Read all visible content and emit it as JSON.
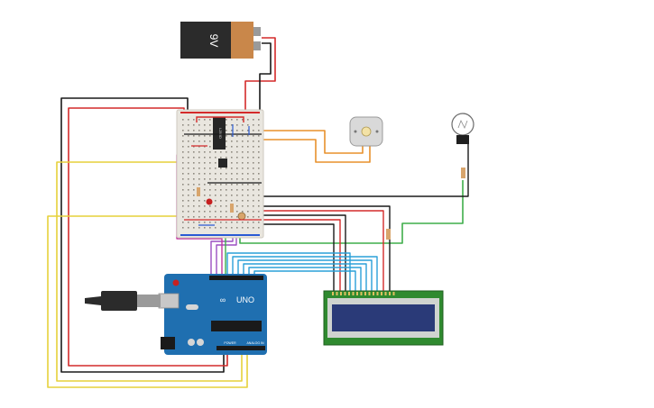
{
  "battery": {
    "label": "9V"
  },
  "arduino": {
    "model": "UNO",
    "power_label": "POWER",
    "analog_label": "ANALOG IN"
  },
  "ic": {
    "label": "L293D"
  },
  "colors": {
    "wire_black": "#1a1a1a",
    "wire_red": "#d42a2a",
    "wire_yellow": "#e6d13a",
    "wire_orange": "#e8912c",
    "wire_blue": "#2aa0d8",
    "wire_green": "#3fae4a",
    "wire_purple": "#9b4fc2",
    "wire_magenta": "#c23aa0",
    "arduino_board": "#1f6fb0",
    "lcd_frame": "#2f8a2f",
    "lcd_screen": "#2a3a78"
  }
}
